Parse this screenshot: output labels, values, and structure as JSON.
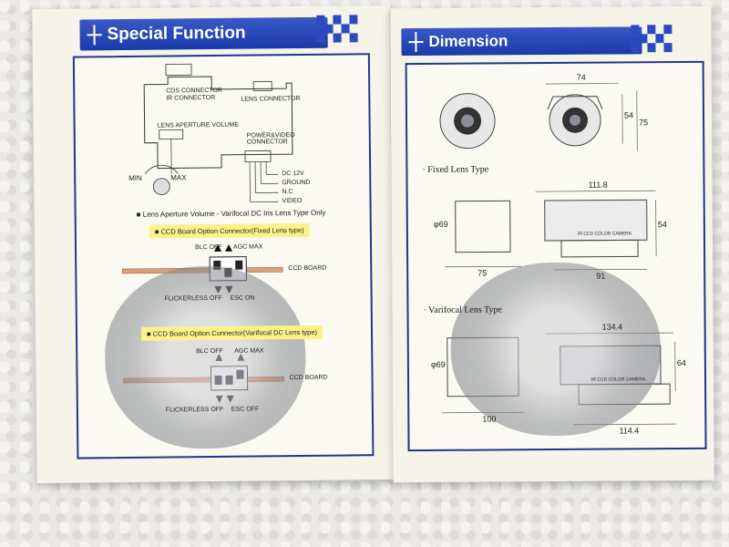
{
  "left_page": {
    "header_title": "Special Function",
    "wiring": {
      "cds_connector": "CDS CONNECTOR",
      "ir_connector": "IR CONNECTOR",
      "lens_connector": "LENS CONNECTOR",
      "lens_aperture_volume": "LENS APERTURE VOLUME",
      "power_video_connector": "POWER&VIDEO\nCONNECTOR",
      "min": "MIN",
      "max": "MAX",
      "dc12v": "DC 12V",
      "ground": "GROUND",
      "nc": "N.C",
      "video": "VIDEO"
    },
    "aperture_note": "Lens Aperture Volume - Varifocal DC Iris Lens Type Only",
    "fixed_option_title": "CCD Board Option Connector(Fixed Lens type)",
    "fixed_blc_off": "BLC OFF",
    "fixed_agc_max": "AGC MAX",
    "fixed_ccd_board": "CCD BOARD",
    "fixed_flickerless_off": "FLICKERLESS OFF",
    "fixed_esc_on": "ESC ON",
    "vari_option_title": "CCD Board Option Connector(Varifocal DC Lens type)",
    "vari_blc_off": "BLC OFF",
    "vari_agc_max": "AGC MAX",
    "vari_ccd_board": "CCD BOARD",
    "vari_flickerless_off": "FLICKERLESS OFF",
    "vari_esc_off": "ESC OFF"
  },
  "right_page": {
    "header_title": "Dimension",
    "top_dims": {
      "d74": "74",
      "d54": "54",
      "d75": "75"
    },
    "fixed_section": "· Fixed Lens Type",
    "fixed_dims": {
      "d111_8": "111.8",
      "phi69": "φ69",
      "d54": "54",
      "d75": "75",
      "d91": "91"
    },
    "fixed_label": "IR CCD COLOR CAMERA",
    "vari_section": "· Varifocal Lens Type",
    "vari_dims": {
      "d134_4": "134.4",
      "phi69": "φ69",
      "d64": "64",
      "d100": "100",
      "d114_4": "114.4"
    },
    "vari_label": "IR CCD COLOR CAMERA"
  }
}
